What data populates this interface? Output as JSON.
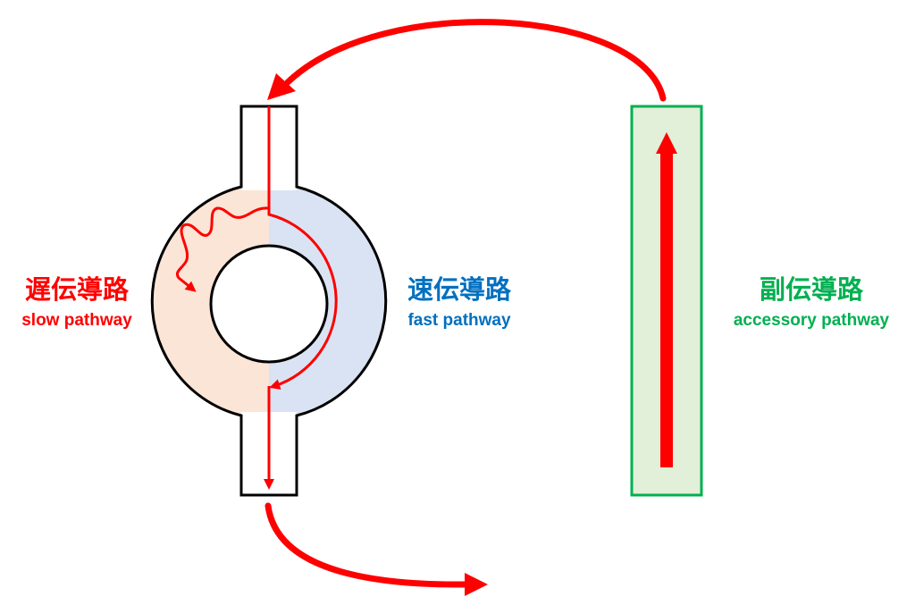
{
  "labels": {
    "slow": {
      "jp": "遅伝導路",
      "en": "slow pathway"
    },
    "fast": {
      "jp": "速伝導路",
      "en": "fast pathway"
    },
    "accessory": {
      "jp": "副伝導路",
      "en": "accessory pathway"
    }
  },
  "colors": {
    "arrow": "#ff0000",
    "slow": "#ff0000",
    "fast": "#0070c0",
    "accessory": "#00b050",
    "slow_fill": "#fbe5d6",
    "fast_fill": "#dae3f3",
    "accessory_fill": "#e2efd9",
    "outline": "#000000"
  }
}
